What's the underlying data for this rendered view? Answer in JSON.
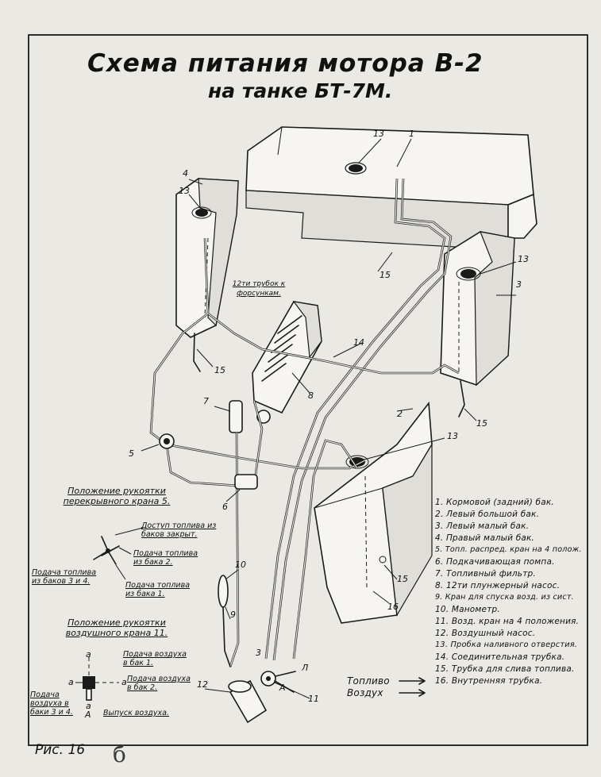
{
  "title": {
    "line1": "Схема питания мотора В-2",
    "line2": "на танке БТ-7М."
  },
  "legend": [
    "1. Кормовой (задний) бак.",
    "2. Левый большой бак.",
    "3. Левый малый бак.",
    "4. Правый малый бак.",
    "5. Топл. распред. кран на 4 полож.",
    "6. Подкачивающая помпа.",
    "7. Топливный фильтр.",
    "8. 12ти плунжерный насос.",
    "9. Кран для спуска возд. из сист.",
    "10. Манометр.",
    "11. Возд. кран на 4 положения.",
    "12. Воздушный насос.",
    "13. Пробка наливного отверстия.",
    "14. Соединительная трубка.",
    "15. Трубка для слива топлива.",
    "16. Внутренняя трубка."
  ],
  "diagram_labels": {
    "injectors": "12ти трубок к форсункам.",
    "n1": "1",
    "n2": "2",
    "n3": "3",
    "n4": "4",
    "n5": "5",
    "n6": "6",
    "n7": "7",
    "n8": "8",
    "n9": "9",
    "n10": "10",
    "n11": "11",
    "n12": "12",
    "n13": "13",
    "n14": "14",
    "n15": "15",
    "n16": "16",
    "n3b": "3",
    "nA": "А",
    "nL": "Л"
  },
  "fuel_valve": {
    "heading": "Положение рукоятки перекрывного крана 5.",
    "access_closed": "Доступ топлива из баков закрыт.",
    "from_tank2": "Подача топлива из бака 2.",
    "from_tanks34": "Подача топлива из баков 3 и 4.",
    "from_tank1": "Подача топлива из бака 1."
  },
  "air_valve": {
    "heading": "Положение рукоятки воздушного крана 11.",
    "to_tank1": "Подача воздуха в бак 1.",
    "to_tank2": "Подача воздуха в бак 2.",
    "to_tanks34": "Подача воздуха в баки 3 и 4.",
    "release": "Выпуск воздуха.",
    "letters": [
      "а",
      "а",
      "а",
      "а",
      "А"
    ]
  },
  "flow_legend": {
    "fuel": "Топливо",
    "air": "Воздух"
  },
  "figure_caption": "Рис. 16",
  "handwritten_mark": "б",
  "colors": {
    "paper": "#ebe9e4",
    "ink": "#1a1a1a",
    "margin": "#d9d7d2"
  }
}
